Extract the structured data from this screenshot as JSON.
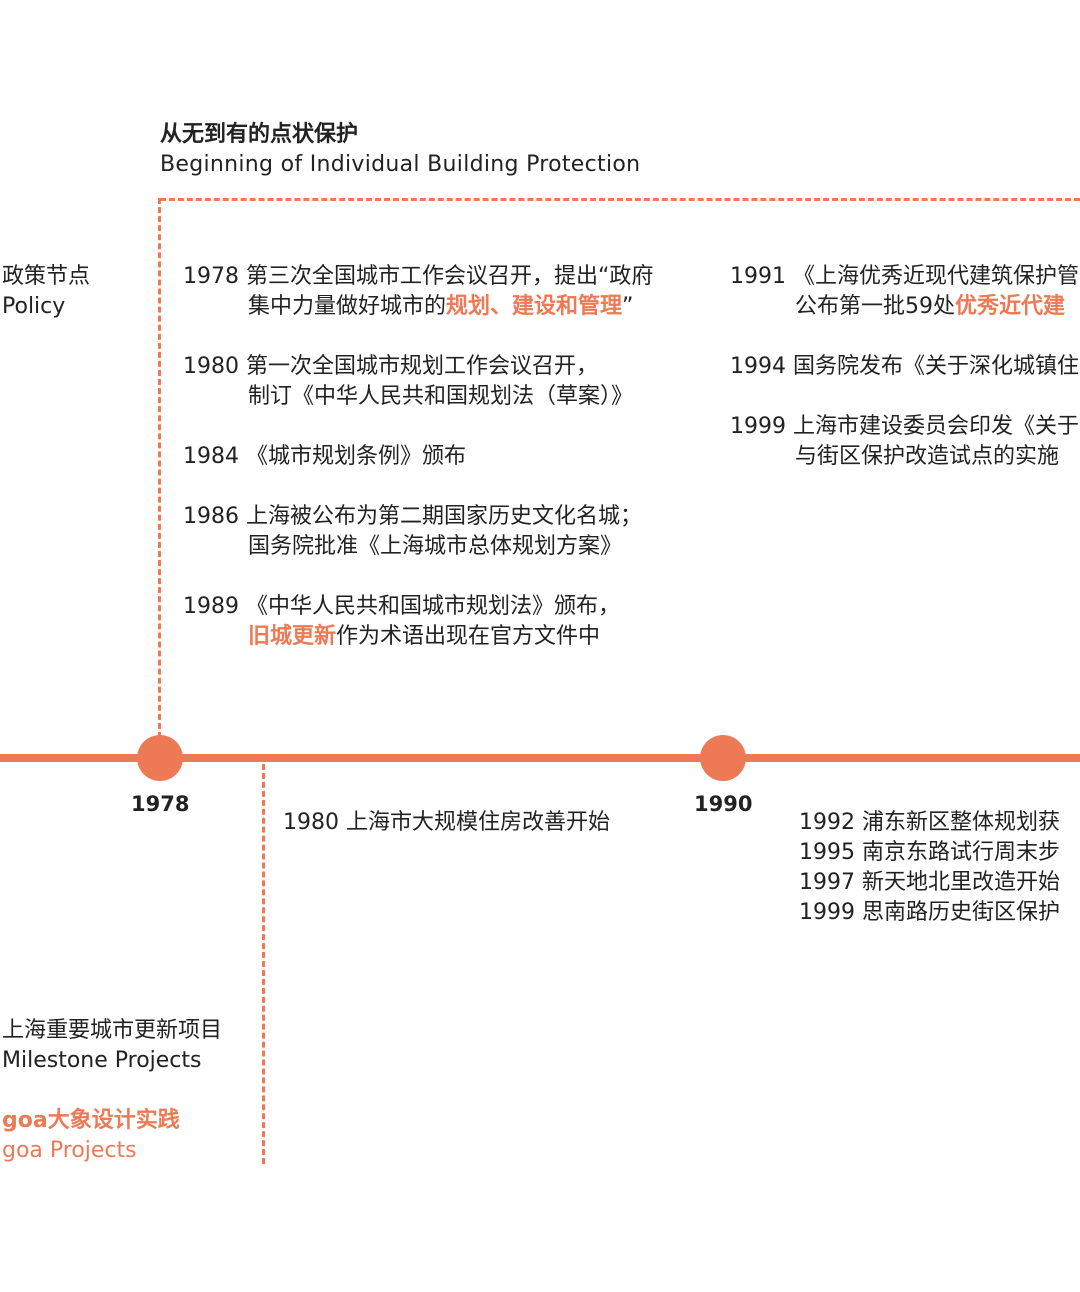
{
  "section": {
    "title_zh": "从无到有的点状保护",
    "title_en": "Beginning of Individual Building Protection"
  },
  "rows": {
    "policy": {
      "zh": "政策节点",
      "en": "Policy"
    },
    "milestone": {
      "zh": "上海重要城市更新项目",
      "en": "Milestone Projects"
    },
    "goa": {
      "zh": "goa大象设计实践",
      "en": "goa Projects"
    }
  },
  "timeline": {
    "years": [
      "1978",
      "1990"
    ],
    "colors": {
      "accent": "#ee7a55",
      "text": "#222222"
    }
  },
  "policy_events": [
    {
      "year": "1978",
      "line1": "第三次全国城市工作会议召开，提出“政府",
      "line2_pre": "集中力量做好城市的",
      "line2_hl": "规划、建设和管理",
      "line2_post": "”"
    },
    {
      "year": "1980",
      "line1": "第一次全国城市规划工作会议召开，",
      "line2_pre": "制订《中华人民共和国规划法（草案）》",
      "line2_hl": "",
      "line2_post": ""
    },
    {
      "year": "1984",
      "line1": "《城市规划条例》颁布",
      "line2_pre": "",
      "line2_hl": "",
      "line2_post": ""
    },
    {
      "year": "1986",
      "line1": "上海被公布为第二期国家历史文化名城；",
      "line2_pre": "国务院批准《上海城市总体规划方案》",
      "line2_hl": "",
      "line2_post": ""
    },
    {
      "year": "1989",
      "line1": "《中华人民共和国城市规划法》颁布，",
      "line2_pre": "",
      "line2_hl": "旧城更新",
      "line2_post": "作为术语出现在官方文件中"
    }
  ],
  "policy_events_right": [
    {
      "year": "1991",
      "line1": "《上海优秀近现代建筑保护管",
      "line2_pre": "公布第一批59处",
      "line2_hl": "优秀近代建",
      "line2_post": ""
    },
    {
      "year": "1994",
      "line1": "国务院发布《关于深化城镇住",
      "line2_pre": "",
      "line2_hl": "",
      "line2_post": ""
    },
    {
      "year": "1999",
      "line1": "上海市建设委员会印发《关于",
      "line2_pre": "与街区保护改造试点的实施",
      "line2_hl": "",
      "line2_post": ""
    }
  ],
  "projects_left": [
    {
      "year": "1980",
      "text": "上海市大规模住房改善开始"
    }
  ],
  "projects_right": [
    {
      "year": "1992",
      "text": "浦东新区整体规划获"
    },
    {
      "year": "1995",
      "text": "南京东路试行周末步"
    },
    {
      "year": "1997",
      "text": "新天地北里改造开始"
    },
    {
      "year": "1999",
      "text": "思南路历史街区保护"
    }
  ]
}
